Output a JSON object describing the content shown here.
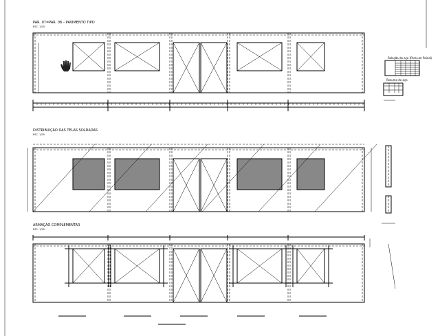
{
  "drawing": {
    "section1": {
      "title": "PAR. 07=PAR. 08 – PAVIMENTO TIPO",
      "scale": "ESC. 1/25"
    },
    "section2": {
      "title": "DISTRIBUIÇÃO DAS TELAS SOLDADAS",
      "scale": "ESC. 1/25"
    },
    "section3": {
      "title": "ARMAÇÃO COMPLEMENTAR",
      "scale": "ESC. 1/25"
    },
    "steel_table": {
      "title": "Relação do aço (Para um Painel)"
    },
    "steel_summary": {
      "title": "Resumo do aço"
    }
  },
  "cursor": {
    "icon": "pan-hand-icon"
  }
}
